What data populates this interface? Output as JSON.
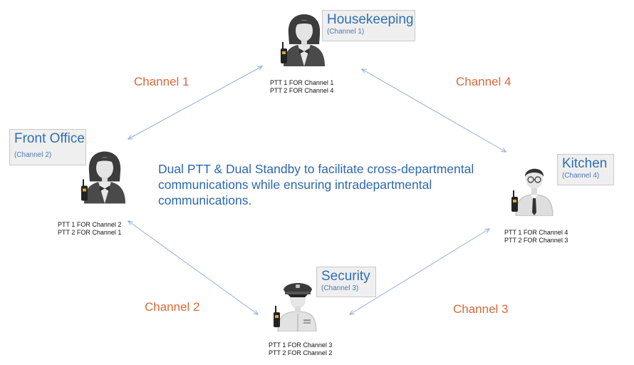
{
  "center_text": "Dual PTT & Dual Standby to facilitate cross-departmental communications while ensuring intradepartmental communications.",
  "departments": {
    "housekeeping": {
      "name": "Housekeeping",
      "channel": "(Channel 1)",
      "ptt": [
        "PTT 1 FOR Channel 1",
        "PTT 2 FOR Channel 4"
      ],
      "figure_icon": "female-staff-with-radio-icon"
    },
    "front_office": {
      "name": "Front Office",
      "channel": "(Channel 2)",
      "ptt": [
        "PTT 1 FOR Channel 2",
        "PTT 2 FOR Channel 1"
      ],
      "figure_icon": "female-staff-with-radio-icon"
    },
    "kitchen": {
      "name": "Kitchen",
      "channel": "(Channel 4)",
      "ptt": [
        "PTT 1 FOR Channel 4",
        "PTT 2 FOR Channel 3"
      ],
      "figure_icon": "male-staff-with-radio-icon"
    },
    "security": {
      "name": "Security",
      "channel": "(Channel 3)",
      "ptt": [
        "PTT 1 FOR Channel 3",
        "PTT 2 FOR Channel 2"
      ],
      "figure_icon": "security-guard-with-radio-icon"
    }
  },
  "links": [
    {
      "label": "Channel 1",
      "from": "front_office",
      "to": "housekeeping"
    },
    {
      "label": "Channel 4",
      "from": "housekeeping",
      "to": "kitchen"
    },
    {
      "label": "Channel 2",
      "from": "front_office",
      "to": "security"
    },
    {
      "label": "Channel 3",
      "from": "security",
      "to": "kitchen"
    }
  ],
  "colors": {
    "department_text": "#2f6fb0",
    "channel_label": "#d9693a",
    "arrow": "#8fb0d8",
    "label_box": "#efefef"
  }
}
